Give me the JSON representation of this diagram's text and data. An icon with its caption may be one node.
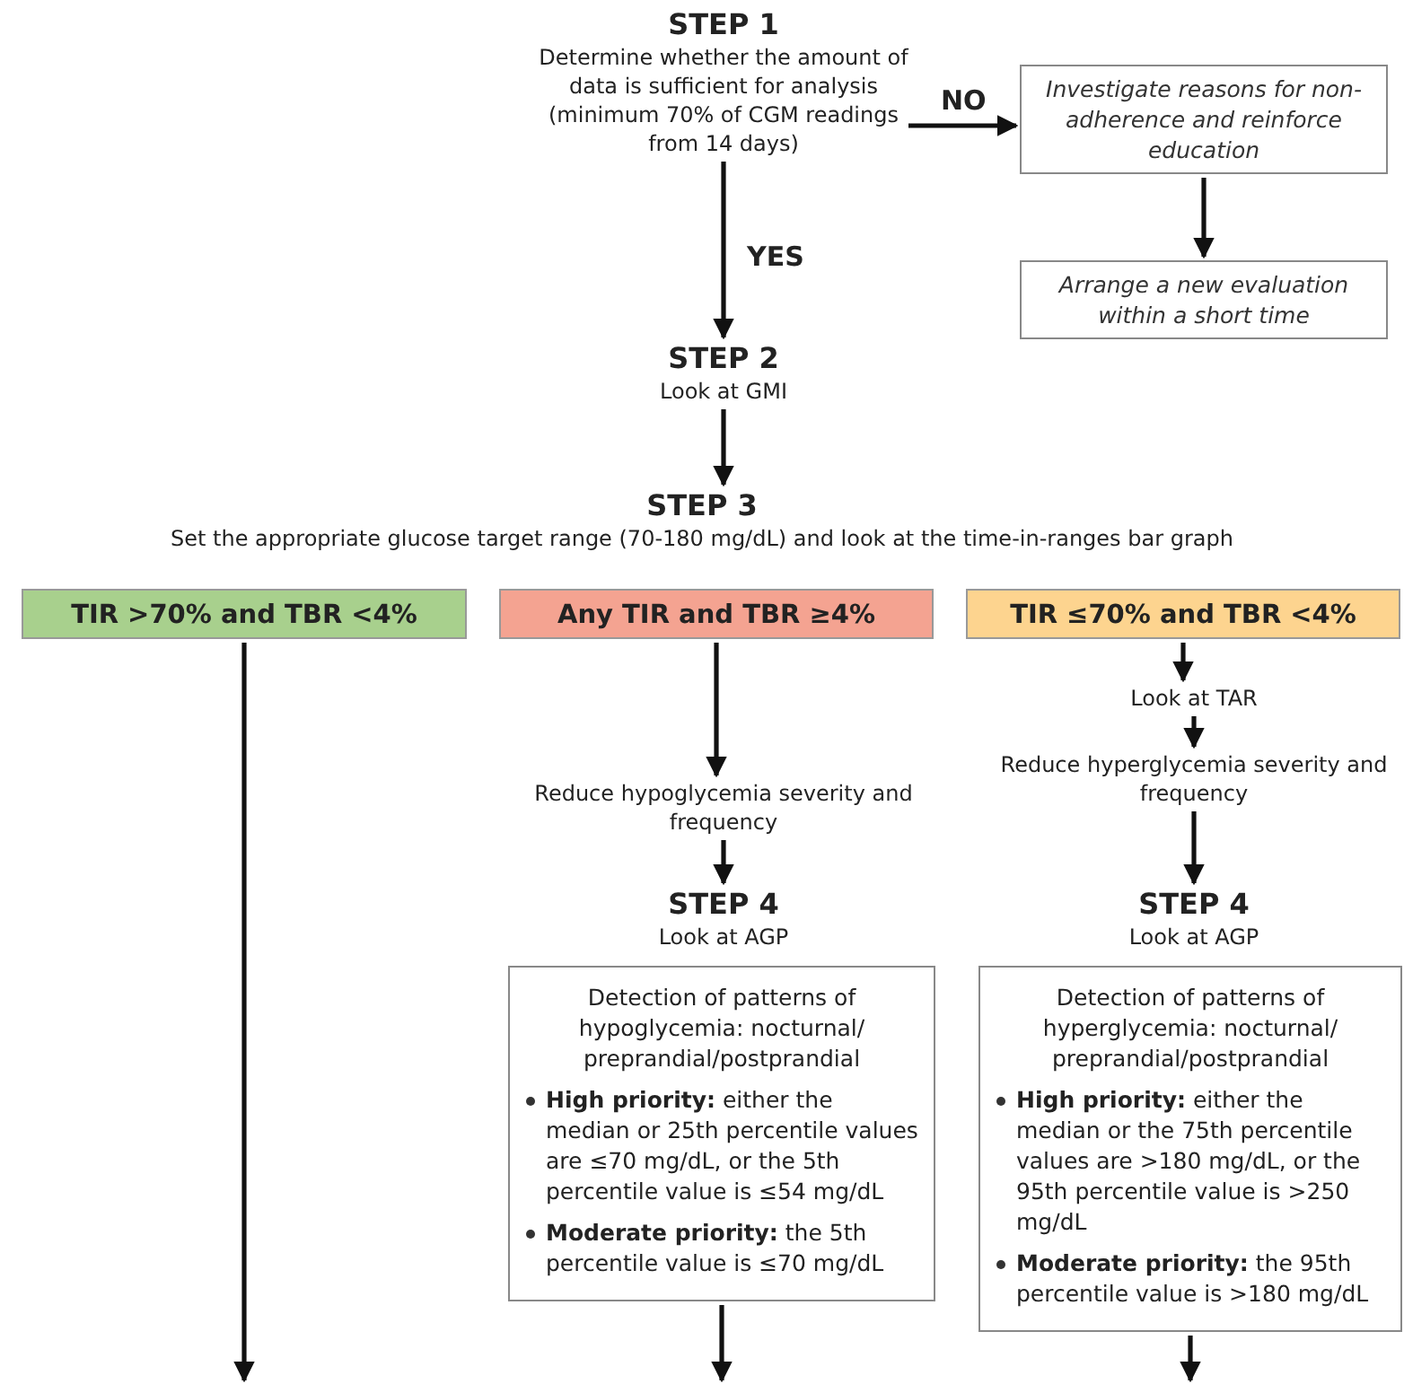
{
  "diagram": {
    "nodes": [
      {
        "text": [
          "STEP 1",
          "Determine whether the amount of data is sufficient for analysis (minimum 70% of CGM readings from 14 days)"
        ]
      },
      {
        "text": [
          "Investigate reasons for non-adherence and reinforce education"
        ]
      },
      {
        "text": [
          "Arrange a new evaluation within a short time"
        ]
      },
      {
        "text": [
          "STEP 2",
          "Look at GMI"
        ]
      },
      {
        "text": [
          "STEP 3",
          "Set the appropriate glucose target range (70-180 mg/dL) and look at the time-in-ranges bar graph"
        ]
      },
      {
        "text": [
          "TIR >70% and TBR <4%"
        ]
      },
      {
        "text": [
          "Any TIR and TBR ≥4%"
        ]
      },
      {
        "text": [
          "TIR ≤70% and TBR <4%"
        ]
      },
      {
        "text": [
          "Reduce hypoglycemia severity and frequency"
        ]
      },
      {
        "text": [
          "STEP 4",
          "Look at AGP"
        ]
      },
      {
        "text": [
          "Detection of patterns of hypoglycemia: nocturnal/ preprandial/postprandial",
          "**High priority:** either the median or 25th percentile values are ≤70 mg/dL, or the 5th percentile value is ≤54 mg/dL",
          "**Moderate priority:** the 5th percentile value is ≤70 mg/dL"
        ]
      },
      {
        "text": [
          "Look at TAR"
        ]
      },
      {
        "text": [
          "Reduce hyperglycemia severity and frequency"
        ]
      },
      {
        "text": [
          "STEP 4",
          "Look at AGP"
        ]
      },
      {
        "text": [
          "Detection of patterns of hyperglycemia: nocturnal/ preprandial/postprandial",
          "**High priority:** either the median or the 75th percentile values are >180 mg/dL, or the 95th percentile value is >250 mg/dL",
          "**Moderate priority:** the 95th percentile value is >180 mg/dL"
        ]
      }
    ],
    "edges": [
      {
        "from": 0,
        "to": 1,
        "arrow": "to",
        "label": "NO"
      },
      {
        "from": 0,
        "to": 3,
        "arrow": "to",
        "label": "YES"
      },
      {
        "from": 1,
        "to": 2,
        "arrow": "to"
      },
      {
        "from": 3,
        "to": 4,
        "arrow": "to"
      },
      {
        "from": 5,
        "to": null,
        "arrow": "to"
      },
      {
        "from": 6,
        "to": 8,
        "arrow": "to"
      },
      {
        "from": 8,
        "to": 9,
        "arrow": "to"
      },
      {
        "from": 10,
        "to": null,
        "arrow": "to"
      },
      {
        "from": 7,
        "to": 11,
        "arrow": "to"
      },
      {
        "from": 11,
        "to": 12,
        "arrow": "to"
      },
      {
        "from": 12,
        "to": 13,
        "arrow": "to"
      },
      {
        "from": 14,
        "to": null,
        "arrow": "to"
      }
    ]
  }
}
